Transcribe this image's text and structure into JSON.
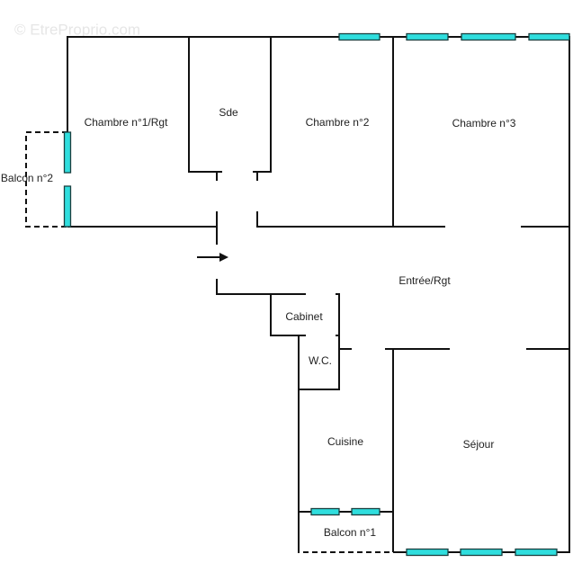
{
  "watermark": "© EtreProprio.com",
  "rooms": {
    "chambre1": "Chambre n°1/Rgt",
    "sde": "Sde",
    "chambre2": "Chambre n°2",
    "chambre3": "Chambre n°3",
    "balcon2": "Balcon n°2",
    "entree": "Entrée/Rgt",
    "cabinet": "Cabinet",
    "wc": "W.C.",
    "cuisine": "Cuisine",
    "sejour": "Séjour",
    "balcon1": "Balcon n°1"
  },
  "colors": {
    "window": "#2fdede",
    "wall": "#111111"
  }
}
